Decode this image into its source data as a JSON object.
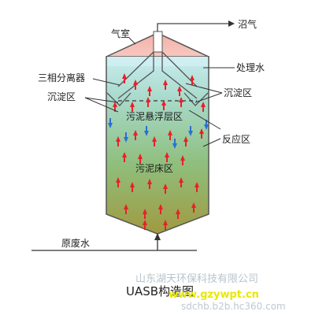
{
  "labels": {
    "biogas": "沼气",
    "gas_chamber": "气室",
    "treated_water": "处理水",
    "three_phase_separator": "三相分离器",
    "settling_zone_left": "沉淀区",
    "settling_zone_right": "沉淀区",
    "sludge_blanket_zone": "污泥悬浮层区",
    "reaction_zone": "反应区",
    "sludge_bed_zone": "污泥床区",
    "raw_wastewater": "原废水"
  },
  "caption": "UASB构造图",
  "watermark": {
    "company": "山东湖天环保科技有限公司",
    "site": "www.gzywpt.cn",
    "url": "sdchb.b2b.hc360.com"
  },
  "colors": {
    "bubble_up": "#e8202a",
    "flow_down": "#2a6fd6",
    "gas_chamber": "#f2a0a0",
    "reactor_top": "#bfe6ec",
    "reactor_bottom": "#a8a64a"
  }
}
